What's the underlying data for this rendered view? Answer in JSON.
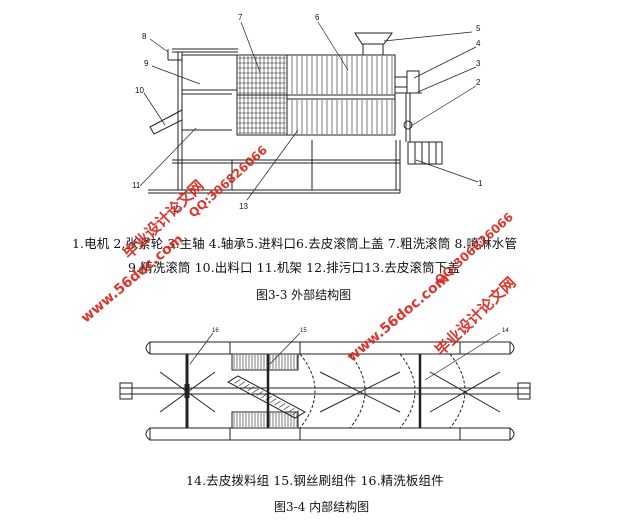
{
  "figure1": {
    "callouts": [
      "1",
      "2",
      "3",
      "4",
      "5",
      "6",
      "7",
      "8",
      "9",
      "10",
      "11",
      "12",
      "13"
    ],
    "legend_line1": "1.电机 2.张紧轮 3.主轴 4.轴承5.进料口6.去皮滚筒上盖 7.粗洗滚筒 8.喷淋水管",
    "legend_line2": "9.精洗滚筒 10.出料口 11.机架 12.排污口13.去皮滚筒下盖",
    "caption": "图3-3 外部结构图"
  },
  "figure2": {
    "callouts": [
      "14",
      "15",
      "16"
    ],
    "legend": "14.去皮拨料组 15.钢丝刷组件 16.精洗板组件",
    "caption": "图3-4 内部结构图"
  },
  "watermarks": {
    "brand": "毕业设计论文网",
    "qq": "QQ:306826066",
    "site": "www.56doc.com"
  },
  "colors": {
    "line": "#222222",
    "watermark": "#d9261c"
  }
}
